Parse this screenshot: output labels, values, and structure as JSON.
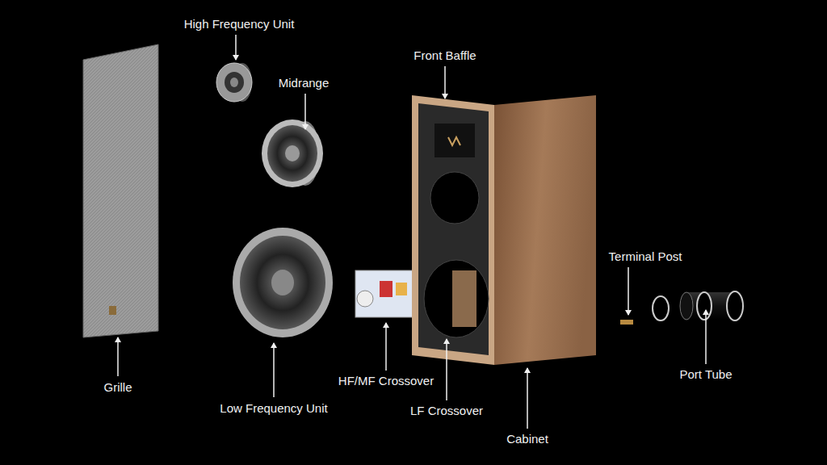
{
  "diagram": {
    "labels": [
      "High Frequency Unit",
      "Midrange",
      "Front Baffle",
      "Terminal Post",
      "Grille",
      "Low Frequency Unit",
      "HF/MF Crossover",
      "LF Crossover",
      "Cabinet",
      "Port Tube"
    ]
  }
}
